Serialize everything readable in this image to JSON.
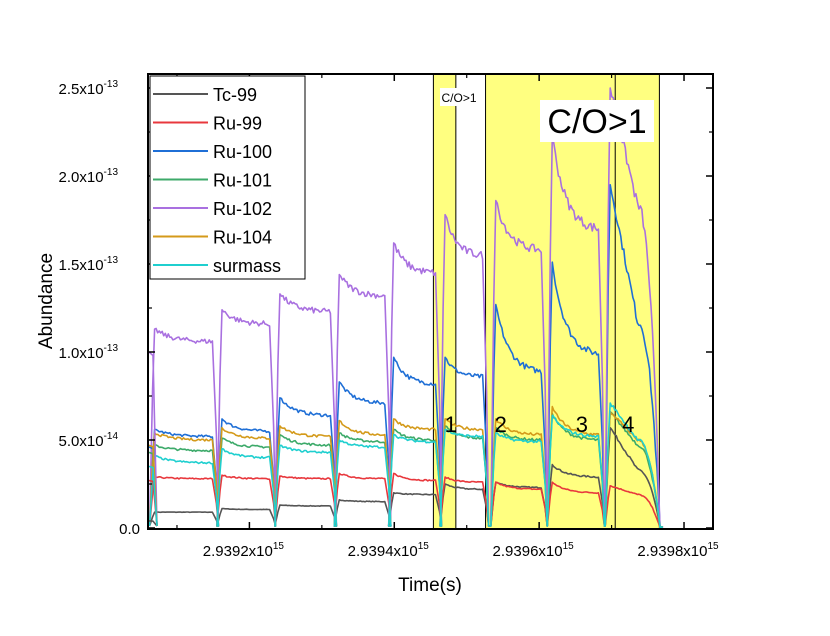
{
  "chart_data": {
    "type": "line",
    "title": "",
    "xlabel": "Time(s)",
    "ylabel": "Abundance",
    "xlim": [
      2939060000000000.0,
      2939840000000000.0
    ],
    "ylim": [
      0,
      2.55e-13
    ],
    "grid": false,
    "legend_position": "upper left",
    "x_ticks": [
      {
        "value": 2939200000000000.0,
        "label_base": "2.9392x10",
        "label_exp": "15"
      },
      {
        "value": 2939400000000000.0,
        "label_base": "2.9394x10",
        "label_exp": "15"
      },
      {
        "value": 2939600000000000.0,
        "label_base": "2.9396x10",
        "label_exp": "15"
      },
      {
        "value": 2939800000000000.0,
        "label_base": "2.9398x10",
        "label_exp": "15"
      }
    ],
    "y_ticks": [
      {
        "value": 0.0,
        "label_base": "0.0",
        "label_exp": ""
      },
      {
        "value": 5e-14,
        "label_base": "5.0x10",
        "label_exp": "-14"
      },
      {
        "value": 1e-13,
        "label_base": "1.0x10",
        "label_exp": "-13"
      },
      {
        "value": 1.5e-13,
        "label_base": "1.5x10",
        "label_exp": "-13"
      },
      {
        "value": 2e-13,
        "label_base": "2.0x10",
        "label_exp": "-13"
      },
      {
        "value": 2.5e-13,
        "label_base": "2.5x10",
        "label_exp": "-13"
      }
    ],
    "shaded_regions": [
      {
        "x_start": 2939454000000000.0,
        "x_end": 2939485000000000.0,
        "color": "#FFFF80",
        "label": "C/O>1",
        "label_size": "small"
      },
      {
        "x_start": 2939526000000000.0,
        "x_end": 2939766000000000.0,
        "color": "#FFFF80",
        "label": "C/O>1",
        "label_size": "large"
      }
    ],
    "annotations": [
      {
        "text": "1",
        "x": 2939478000000000.0,
        "y": 4.9e-14
      },
      {
        "text": "2",
        "x": 2939547000000000.0,
        "y": 4.9e-14
      },
      {
        "text": "3",
        "x": 2939659000000000.0,
        "y": 4.9e-14
      },
      {
        "text": "4",
        "x": 2939723000000000.0,
        "y": 4.9e-14
      }
    ],
    "vertical_lines": [
      2939454000000000.0,
      2939485000000000.0,
      2939526000000000.0,
      2939705000000000.0,
      2939766000000000.0
    ],
    "segments_x": [
      [
        2939065000000000.0,
        2939153000000000.0
      ],
      [
        2939158000000000.0,
        2939232000000000.0
      ],
      [
        2939238000000000.0,
        2939316000000000.0
      ],
      [
        2939320000000000.0,
        2939391000000000.0
      ],
      [
        2939395000000000.0,
        2939461000000000.0
      ],
      [
        2939466000000000.0,
        2939526000000000.0
      ],
      [
        2939536000000000.0,
        2939607000000000.0
      ],
      [
        2939614000000000.0,
        2939686000000000.0
      ],
      [
        2939694000000000.0,
        2939771000000000.0
      ]
    ],
    "series": [
      {
        "name": "Tc-99",
        "color": "#555555",
        "start": [
          9e-15,
          1.1e-14,
          1.3e-14,
          1.6e-14,
          2e-14,
          2.5e-14,
          2.6e-14,
          3.6e-14,
          5.7e-14
        ],
        "end": [
          9e-15,
          1.05e-14,
          1.25e-14,
          1.5e-14,
          1.9e-14,
          2.2e-14,
          2.3e-14,
          2.9e-14,
          3.3e-14
        ]
      },
      {
        "name": "Ru-99",
        "color": "#E8383D",
        "start": [
          2.9e-14,
          3e-14,
          2.95e-14,
          3.1e-14,
          3.1e-14,
          2.9e-14,
          2.6e-14,
          2.6e-14,
          2.4e-14
        ],
        "end": [
          2.8e-14,
          2.8e-14,
          2.8e-14,
          2.8e-14,
          2.7e-14,
          2.6e-14,
          2.2e-14,
          2e-14,
          1.9e-14
        ]
      },
      {
        "name": "Ru-100",
        "color": "#1F6FD6",
        "start": [
          5.6e-14,
          6.2e-14,
          7.4e-14,
          8.3e-14,
          9.7e-14,
          9.7e-14,
          1.27e-13,
          1.51e-13,
          1.95e-13
        ],
        "end": [
          5.2e-14,
          5.5e-14,
          6.4e-14,
          7.1e-14,
          8.2e-14,
          8.6e-14,
          8.9e-14,
          9.9e-14,
          1.17e-13
        ]
      },
      {
        "name": "Ru-101",
        "color": "#3DAA6A",
        "start": [
          4.7e-14,
          5.1e-14,
          5.3e-14,
          5.4e-14,
          5.6e-14,
          5.8e-14,
          5.7e-14,
          6.5e-14,
          6.6e-14
        ],
        "end": [
          4.4e-14,
          4.6e-14,
          4.7e-14,
          4.9e-14,
          5e-14,
          5.1e-14,
          5e-14,
          5e-14,
          4.7e-14
        ]
      },
      {
        "name": "Ru-102",
        "color": "#A970E0",
        "start": [
          1.13e-13,
          1.24e-13,
          1.33e-13,
          1.44e-13,
          1.62e-13,
          1.78e-13,
          1.86e-13,
          2.23e-13,
          2.5e-13
        ],
        "end": [
          1.06e-13,
          1.16e-13,
          1.23e-13,
          1.32e-13,
          1.45e-13,
          1.55e-13,
          1.58e-13,
          1.7e-13,
          1.83e-13
        ]
      },
      {
        "name": "Ru-104",
        "color": "#D49A1A",
        "start": [
          5.4e-14,
          5.7e-14,
          5.8e-14,
          6.1e-14,
          6.2e-14,
          6.2e-14,
          6.2e-14,
          6.9e-14,
          6.6e-14
        ],
        "end": [
          5e-14,
          5.1e-14,
          5.2e-14,
          5.3e-14,
          5.6e-14,
          5.6e-14,
          5.3e-14,
          5.3e-14,
          5e-14
        ]
      },
      {
        "name": "surmass",
        "color": "#1FCFCF",
        "start": [
          4.1e-14,
          4.5e-14,
          4.7e-14,
          5e-14,
          5.3e-14,
          5.6e-14,
          5.4e-14,
          6.4e-14,
          7.1e-14
        ],
        "end": [
          3.7e-14,
          4e-14,
          4.3e-14,
          4.6e-14,
          4.9e-14,
          5.2e-14,
          4.9e-14,
          5.2e-14,
          5e-14
        ]
      }
    ]
  },
  "legend": {
    "items": [
      {
        "label": "Tc-99",
        "color": "#555555"
      },
      {
        "label": "Ru-99",
        "color": "#E8383D"
      },
      {
        "label": "Ru-100",
        "color": "#1F6FD6"
      },
      {
        "label": "Ru-101",
        "color": "#3DAA6A"
      },
      {
        "label": "Ru-102",
        "color": "#A970E0"
      },
      {
        "label": "Ru-104",
        "color": "#D49A1A"
      },
      {
        "label": "surmass",
        "color": "#1FCFCF"
      }
    ]
  },
  "axes": {
    "xlabel": "Time(s)",
    "ylabel": "Abundance"
  }
}
